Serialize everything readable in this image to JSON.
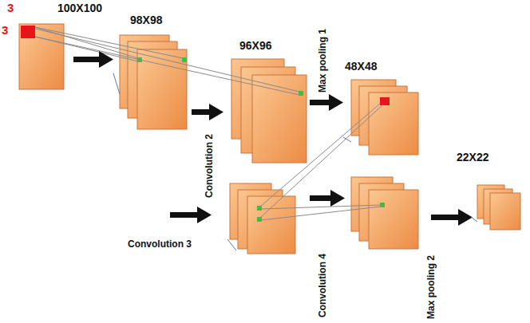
{
  "diagram": {
    "labels": [
      "3",
      "3",
      "100X100",
      "98X98",
      "96X96",
      "Max pooling 1",
      "48X48",
      "Convolution 2",
      "22X22",
      "Convolution 3",
      "Convolution 4",
      "Max pooling 2"
    ]
  }
}
